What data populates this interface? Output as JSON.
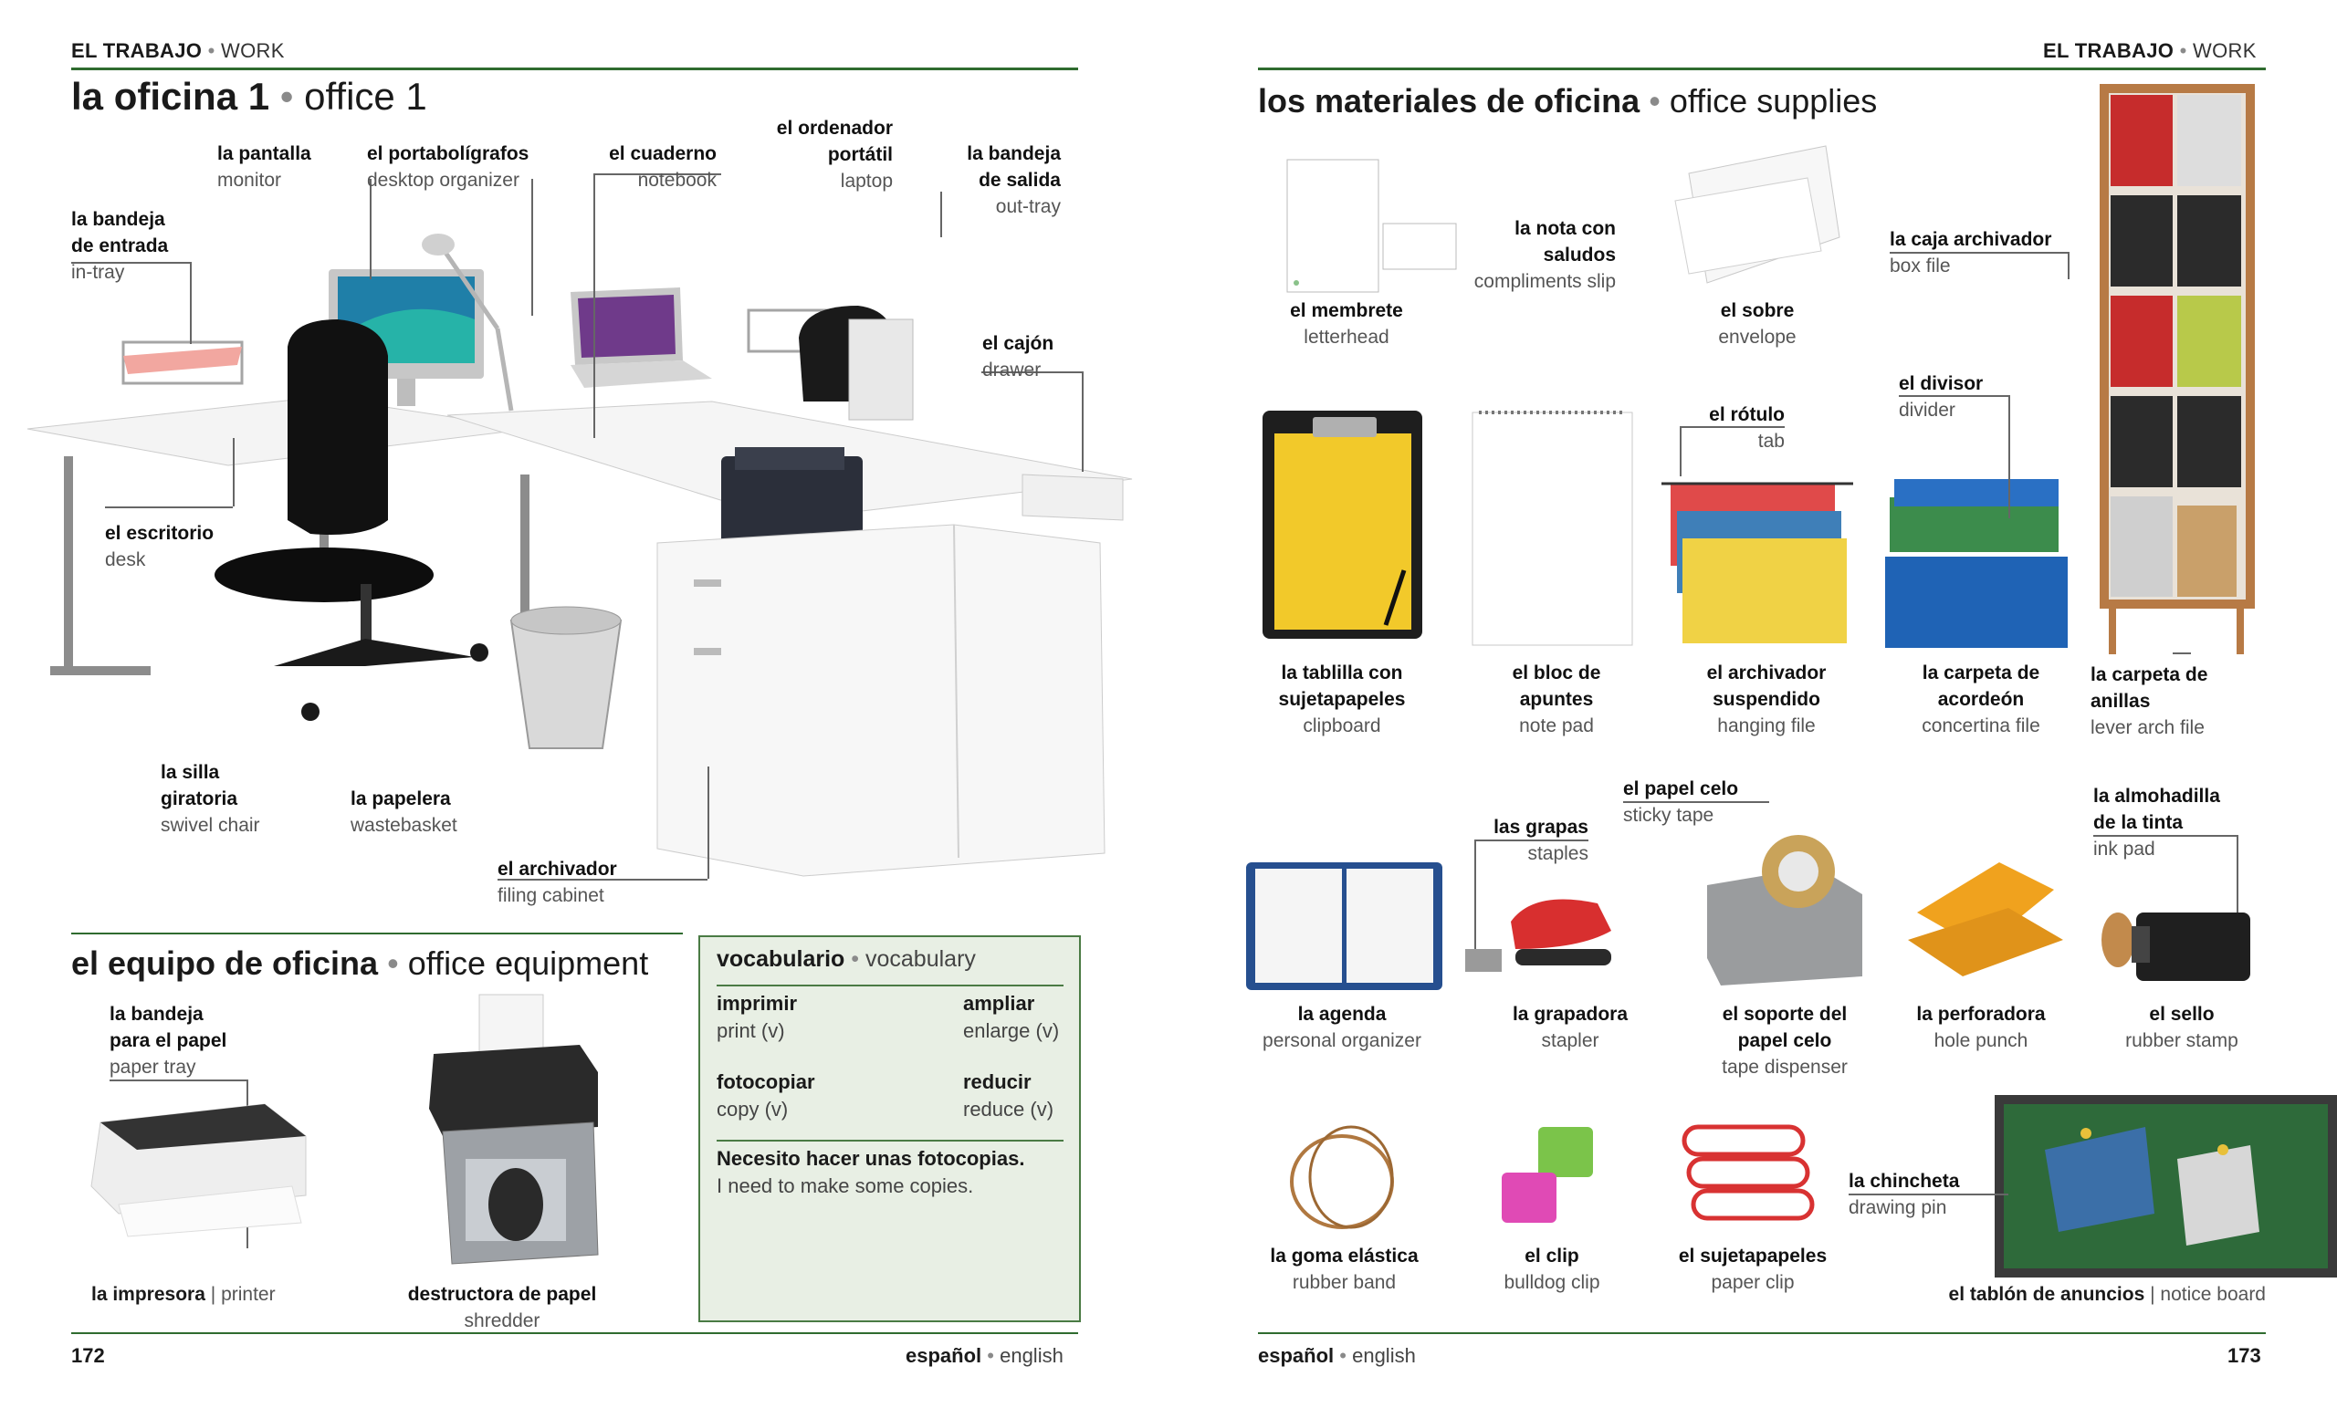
{
  "left_page": {
    "running_head": {
      "es": "EL TRABAJO",
      "en": "WORK"
    },
    "section_title": {
      "es": "la oficina 1",
      "en": "office 1"
    },
    "office_labels": {
      "monitor": {
        "es": "la pantalla",
        "en": "monitor"
      },
      "desktop_organizer": {
        "es": "el portabolígrafos",
        "en": "desktop organizer"
      },
      "notebook": {
        "es": "el cuaderno",
        "en": "notebook"
      },
      "laptop": {
        "es1": "el ordenador",
        "es2": "portátil",
        "en": "laptop"
      },
      "out_tray": {
        "es1": "la bandeja",
        "es2": "de salida",
        "en": "out-tray"
      },
      "in_tray": {
        "es1": "la bandeja",
        "es2": "de entrada",
        "en": "in-tray"
      },
      "drawer": {
        "es": "el cajón",
        "en": "drawer"
      },
      "desk": {
        "es": "el escritorio",
        "en": "desk"
      },
      "swivel_chair": {
        "es1": "la silla",
        "es2": "giratoria",
        "en": "swivel chair"
      },
      "wastebasket": {
        "es": "la papelera",
        "en": "wastebasket"
      },
      "filing_cabinet": {
        "es": "el archivador",
        "en": "filing cabinet"
      }
    },
    "equipment_title": {
      "es": "el equipo de oficina",
      "en": "office equipment"
    },
    "equipment_labels": {
      "paper_tray": {
        "es1": "la bandeja",
        "es2": "para el papel",
        "en": "paper tray"
      },
      "printer": {
        "es": "la impresora",
        "sep": "|",
        "en": "printer"
      },
      "shredder": {
        "es": "destructora de papel",
        "en": "shredder"
      }
    },
    "vocab": {
      "title": {
        "es": "vocabulario",
        "en": "vocabulary"
      },
      "words": [
        {
          "es": "imprimir",
          "en": "print (v)"
        },
        {
          "es": "ampliar",
          "en": "enlarge (v)"
        },
        {
          "es": "fotocopiar",
          "en": "copy (v)"
        },
        {
          "es": "reducir",
          "en": "reduce (v)"
        }
      ],
      "phrase": {
        "es": "Necesito hacer unas fotocopias.",
        "en": "I need to make some copies."
      }
    },
    "page_number": "172",
    "footer": {
      "es": "español",
      "en": "english"
    }
  },
  "right_page": {
    "running_head": {
      "es": "EL TRABAJO",
      "en": "WORK"
    },
    "section_title": {
      "es": "los materiales de oficina",
      "en": "office supplies"
    },
    "labels": {
      "compliments_slip": {
        "es1": "la nota con",
        "es2": "saludos",
        "en": "compliments slip"
      },
      "letterhead": {
        "es": "el membrete",
        "en": "letterhead"
      },
      "envelope": {
        "es": "el sobre",
        "en": "envelope"
      },
      "box_file": {
        "es": "la caja archivador",
        "en": "box file"
      },
      "divider": {
        "es": "el divisor",
        "en": "divider"
      },
      "tab": {
        "es": "el rótulo",
        "en": "tab"
      },
      "clipboard": {
        "es1": "la tablilla con",
        "es2": "sujetapapeles",
        "en": "clipboard"
      },
      "note_pad": {
        "es1": "el bloc de",
        "es2": "apuntes",
        "en": "note pad"
      },
      "hanging_file": {
        "es1": "el archivador",
        "es2": "suspendido",
        "en": "hanging file"
      },
      "concertina_file": {
        "es1": "la carpeta de",
        "es2": "acordeón",
        "en": "concertina file"
      },
      "lever_arch_file": {
        "es1": "la carpeta de",
        "es2": "anillas",
        "en": "lever arch file"
      },
      "sticky_tape": {
        "es": "el papel celo",
        "en": "sticky tape"
      },
      "staples": {
        "es": "las grapas",
        "en": "staples"
      },
      "ink_pad": {
        "es1": "la almohadilla",
        "es2": "de la tinta",
        "en": "ink pad"
      },
      "personal_organizer": {
        "es": "la agenda",
        "en": "personal organizer"
      },
      "stapler": {
        "es": "la grapadora",
        "en": "stapler"
      },
      "tape_dispenser": {
        "es1": "el soporte del",
        "es2": "papel celo",
        "en": "tape dispenser"
      },
      "hole_punch": {
        "es": "la perforadora",
        "en": "hole punch"
      },
      "rubber_stamp": {
        "es": "el sello",
        "en": "rubber stamp"
      },
      "rubber_band": {
        "es": "la goma elástica",
        "en": "rubber band"
      },
      "bulldog_clip": {
        "es": "el clip",
        "en": "bulldog clip"
      },
      "paper_clip": {
        "es": "el sujetapapeles",
        "en": "paper clip"
      },
      "drawing_pin": {
        "es": "la chincheta",
        "en": "drawing pin"
      },
      "notice_board": {
        "es": "el tablón de anuncios",
        "sep": "|",
        "en": "notice board"
      }
    },
    "page_number": "173",
    "footer": {
      "es": "español",
      "en": "english"
    }
  },
  "colors": {
    "accent_green": "#2f6b2f",
    "vocab_bg": "#e8efe4",
    "english_grey": "#555555"
  }
}
